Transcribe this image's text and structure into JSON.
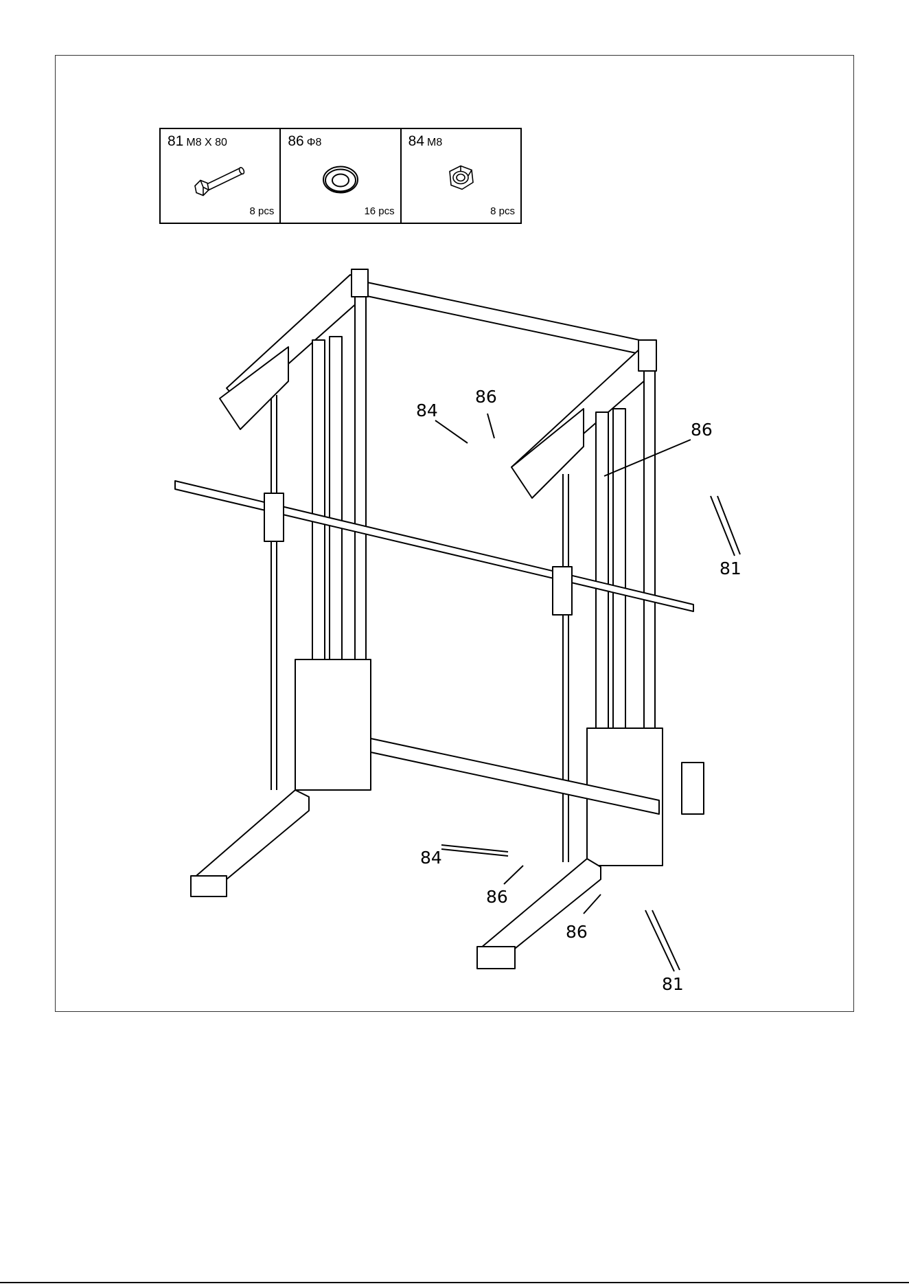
{
  "parts_table": [
    {
      "part_no": "81",
      "spec": "M8 X 80",
      "quantity": "8 pcs",
      "icon": "hex-bolt-icon"
    },
    {
      "part_no": "86",
      "spec": "Φ8",
      "quantity": "16 pcs",
      "icon": "washer-icon"
    },
    {
      "part_no": "84",
      "spec": "M8",
      "quantity": "8 pcs",
      "icon": "hex-nut-icon"
    }
  ],
  "callouts": {
    "nut_upper": "84",
    "washer_upper_left": "86",
    "washer_upper_right": "86",
    "bolt_upper_right": "81",
    "nut_lower": "84",
    "washer_lower_left": "86",
    "washer_lower_right": "86",
    "bolt_lower_right": "81"
  }
}
